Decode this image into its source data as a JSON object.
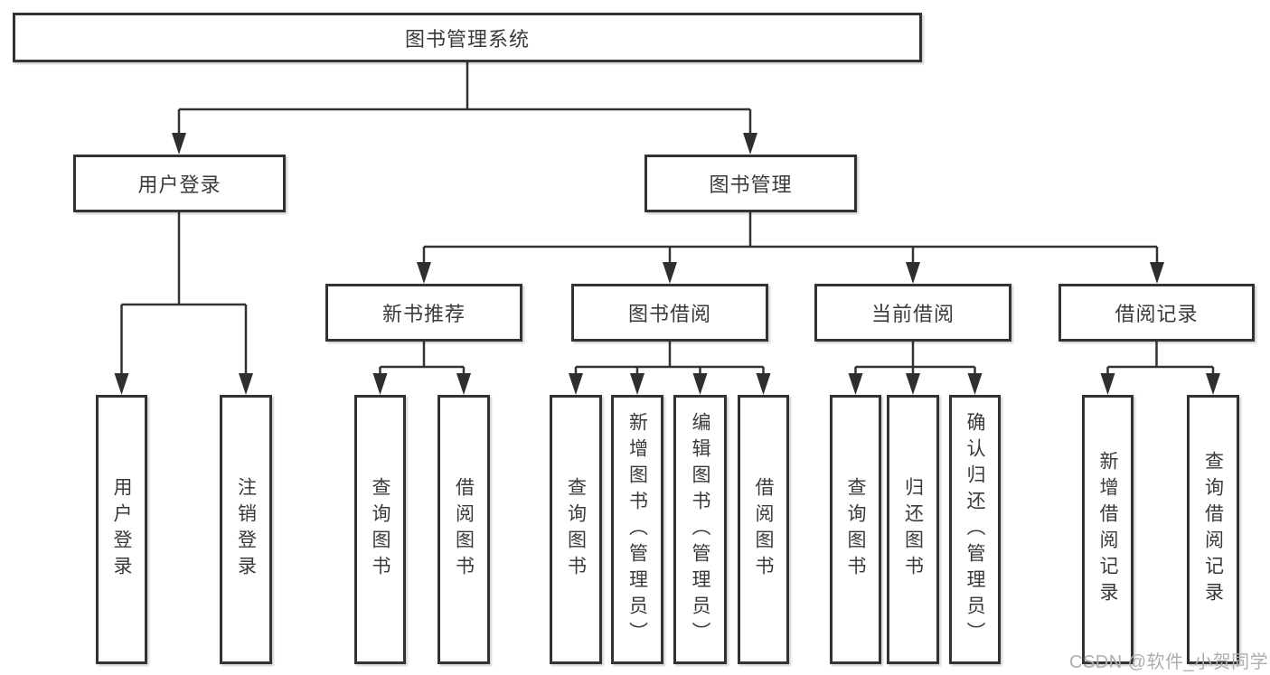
{
  "root": {
    "label": "图书管理系统"
  },
  "level2": {
    "user_login": "用户登录",
    "book_management": "图书管理"
  },
  "level3": {
    "new_book_recommend": "新书推荐",
    "book_borrow": "图书借阅",
    "current_borrow": "当前借阅",
    "borrow_records": "借阅记录"
  },
  "leaves": {
    "user": [
      "用户登录",
      "注销登录"
    ],
    "recommend": [
      "查询图书",
      "借阅图书"
    ],
    "borrow": [
      "查询图书",
      "新增图书（管理员）",
      "编辑图书（管理员）",
      "借阅图书"
    ],
    "current": [
      "查询图书",
      "归还图书",
      "确认归还（管理员）"
    ],
    "records": [
      "新增借阅记录",
      "查询借阅记录"
    ]
  },
  "watermark": {
    "text": "CSDN @软件_小贺同学"
  },
  "colors": {
    "line": "#333333",
    "text": "#3a3a3a",
    "watermark": "#aeaeae",
    "background": "#ffffff"
  }
}
